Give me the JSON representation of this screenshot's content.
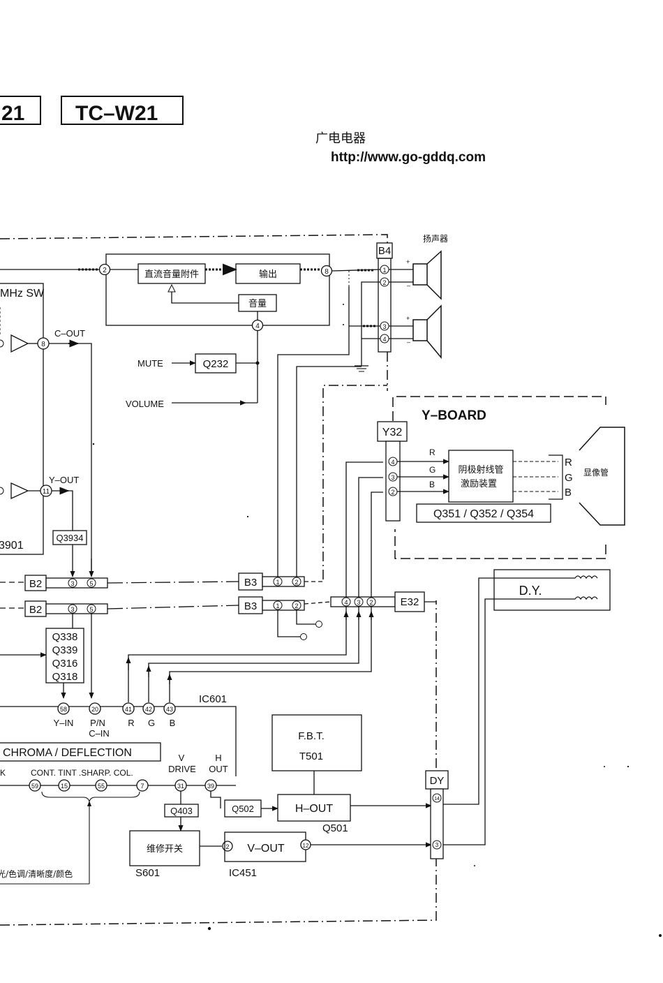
{
  "header": {
    "model_left_fragment": "21",
    "model_right": "TC–W21",
    "source_cn": "广电电器",
    "url": "http://www.go-gddq.com"
  },
  "audio": {
    "speaker_label": "扬声器",
    "dc_volume_block": "直流音量附件",
    "output_block": "输出",
    "volume_block": "音量",
    "mute_label": "MUTE",
    "volume_label": "VOLUME",
    "mute_transistor": "Q232",
    "plus": "+",
    "minus": "–"
  },
  "connectors": {
    "b4": "B4",
    "b2": "B2",
    "b3": "B3",
    "e32": "E32",
    "y32": "Y32",
    "dy": "DY",
    "dy_coil": "D.Y."
  },
  "pins": {
    "p1": "1",
    "p2": "2",
    "p3": "3",
    "p4": "4",
    "p5": "5",
    "p7": "7",
    "p8": "8",
    "p11": "11",
    "p12": "12",
    "p14": "14",
    "p15": "15",
    "p20": "20",
    "p31": "31",
    "p39": "39",
    "p41": "41",
    "p42": "42",
    "p43": "43",
    "p55": "55",
    "p58": "58",
    "p59": "59"
  },
  "left_module": {
    "sw_label": "MHz SW",
    "c_out": "C–OUT",
    "y_out": "Y–OUT",
    "ic_fragment": "3901",
    "q3934": "Q3934"
  },
  "chroma": {
    "transistors": [
      "Q338",
      "Q339",
      "Q316",
      "Q318"
    ],
    "ic": "IC601",
    "title": "CHROMA / DEFLECTION",
    "y_in": "Y–IN",
    "pn": "P/N",
    "c_in": "C–IN",
    "r": "R",
    "g": "G",
    "b": "B",
    "v": "V",
    "drive": "DRIVE",
    "h": "H",
    "out": "OUT",
    "k_fragment": "K",
    "controls": "CONT. TINT .SHARP. COL.",
    "controls_cn": "光/色调/清晰度/颜色"
  },
  "yboard": {
    "title": "Y–BOARD",
    "driver_line1": "阴极射线管",
    "driver_line2": "激励装置",
    "transistors": "Q351 / Q352 / Q354",
    "crt": "显像管",
    "r": "R",
    "g": "G",
    "b": "B"
  },
  "deflection": {
    "fbt": "F.B.T.",
    "t501": "T501",
    "h_out": "H–OUT",
    "q501": "Q501",
    "q502": "Q502",
    "q403": "Q403",
    "service_sw": "维修开关",
    "s601": "S601",
    "v_out": "V–OUT",
    "ic451": "IC451"
  }
}
